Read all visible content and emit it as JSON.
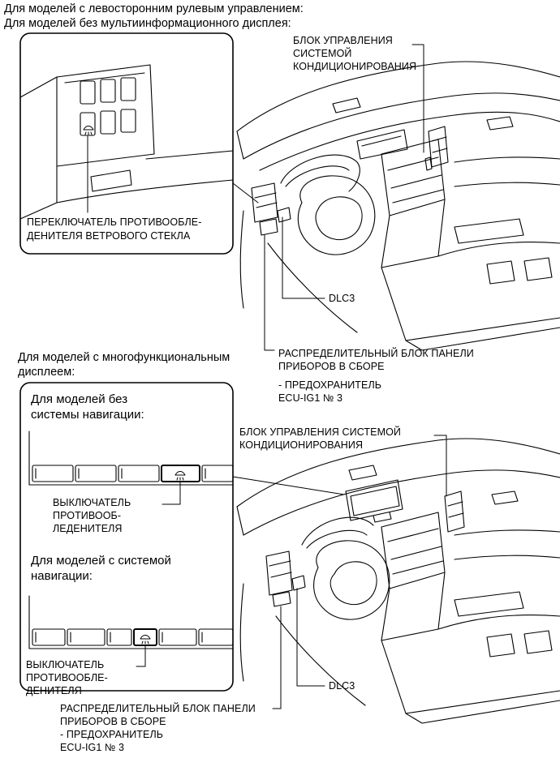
{
  "header": {
    "line1": "Для моделей с левосторонним рулевым управлением:",
    "line2": "Для моделей без мультиинформационного дисплея:"
  },
  "top_section": {
    "ac_unit_label": [
      "БЛОК УПРАВЛЕНИЯ",
      "СИСТЕМОЙ",
      "КОНДИЦИОНИРОВАНИЯ"
    ],
    "defogger_switch_label": [
      "ПЕРЕКЛЮЧАТЕЛЬ ПРОТИВООБЛЕ-",
      "ДЕНИТЕЛЯ ВЕТРОВОГО СТЕКЛА"
    ],
    "dlc3_label": "DLC3",
    "junction_block_label": [
      "РАСПРЕДЕЛИТЕЛЬНЫЙ БЛОК ПАНЕЛИ",
      "ПРИБОРОВ В СБОРЕ"
    ],
    "fuse_label": [
      "- ПРЕДОХРАНИТЕЛЬ",
      "ECU-IG1 № 3"
    ]
  },
  "middle_heading": [
    "Для моделей с многофункциональным",
    "дисплеем:"
  ],
  "bottom_section": {
    "no_nav_heading": [
      "Для моделей без",
      "системы навигации:"
    ],
    "with_nav_heading": [
      "Для моделей с системой",
      "навигации:"
    ],
    "switch_label_1": [
      "ВЫКЛЮЧАТЕЛЬ",
      "ПРОТИВООБ-",
      "ЛЕДЕНИТЕЛЯ"
    ],
    "switch_label_2": [
      "ВЫКЛЮЧАТЕЛЬ",
      "ПРОТИВООБЛЕ-",
      "ДЕНИТЕЛЯ"
    ],
    "ac_unit_label": [
      "БЛОК УПРАВЛЕНИЯ СИСТЕМОЙ",
      "КОНДИЦИОНИРОВАНИЯ"
    ],
    "dlc3_label": "DLC3",
    "junction_block_label": [
      "РАСПРЕДЕЛИТЕЛЬНЫЙ БЛОК ПАНЕЛИ",
      "ПРИБОРОВ В СБОРЕ"
    ],
    "fuse_label": [
      "- ПРЕДОХРАНИТЕЛЬ",
      "ECU-IG1 № 3"
    ]
  },
  "icons": [
    "defroster-icon"
  ]
}
